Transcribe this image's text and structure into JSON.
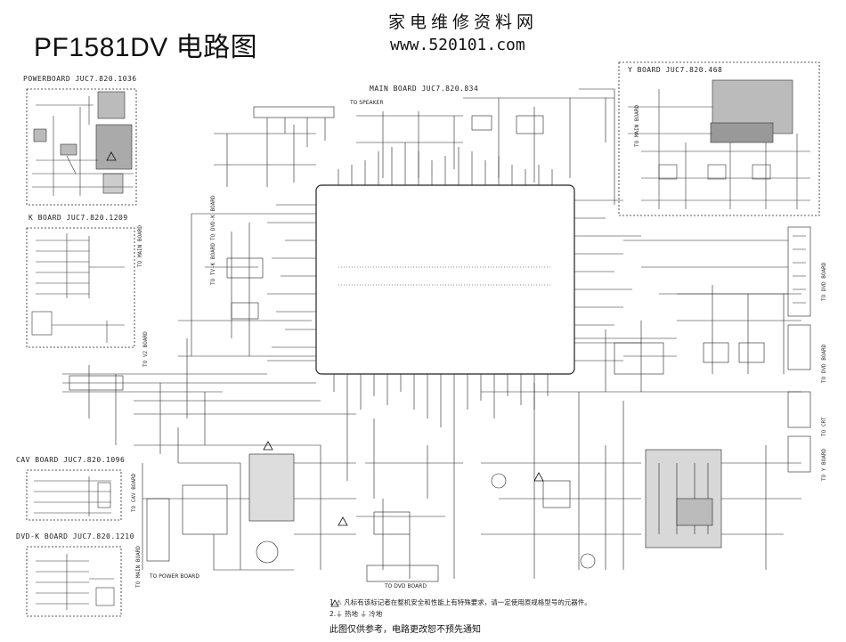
{
  "header": {
    "title": "PF1581DV 电路图",
    "site_name": "家电维修资料网",
    "site_url": "www.520101.com"
  },
  "boards": {
    "power": "POWERBOARD JUC7.820.1036",
    "k": "K BOARD JUC7.820.1209",
    "main": "MAIN  BOARD  JUC7.820.834",
    "y": "Y BOARD  JUC7.820.468",
    "cav": "CAV BOARD JUC7.820.1096",
    "dvdk": "DVD-K BOARD JUC7.820.1210"
  },
  "connectors": {
    "to_speaker": "TO SPEAKER",
    "to_power_board": "TO POWER BOARD",
    "to_dvd_board": "TO DVD BOARD",
    "to_main_board": "TO MAIN BOARD",
    "to_dvd_k_board": "TO DVD-K BOARD",
    "to_tv_k_board": "TO TV-K BOARD",
    "to_y_board": "TO Y BOARD",
    "to_v2_board": "TO V2 BOARD",
    "to_cav_board": "TO CAV BOARD",
    "to_crt": "TO CRT"
  },
  "notes": {
    "note1": "1.⚠ 凡标有该标记者在整机安全和性能上有特殊要求，请一定使用原规格型号的元器件。",
    "note2": "2.⏚ 热地  ⏚ 冷地",
    "footer": "此图仅供参考，电路更改恕不预先通知"
  }
}
